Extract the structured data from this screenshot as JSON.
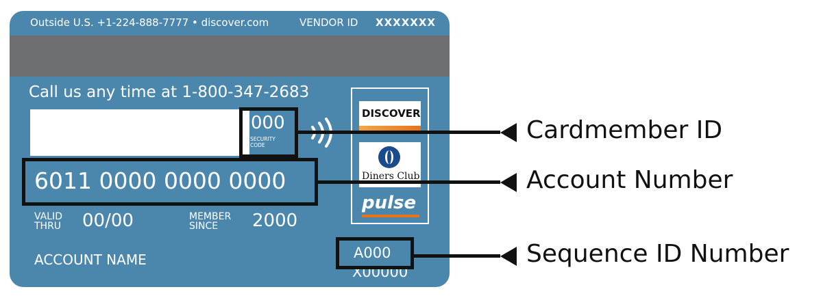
{
  "card": {
    "contact": "Outside U.S. +1-224-888-7777 • discover.com",
    "vendor_id_label": "VENDOR ID",
    "vendor_id_value": "XXXXXXX",
    "call_text": "Call us any time at 1-800-347-2683",
    "security_code": "000",
    "security_label_line1": "SECURITY",
    "security_label_line2": "CODE",
    "account_number": "6011 0000 0000 0000",
    "valid_thru_line1": "VALID",
    "valid_thru_line2": "THRU",
    "valid_thru_value": "00/00",
    "member_since_line1": "MEMBER",
    "member_since_line2": "SINCE",
    "member_since_value": "2000",
    "account_name": "ACCOUNT NAME",
    "sequence_id": "A000",
    "sequence_sub": "X00000",
    "logos": {
      "discover": "DISCOVER",
      "diners": "Diners Club",
      "pulse": "pulse"
    }
  },
  "callouts": [
    {
      "label": "Cardmember ID"
    },
    {
      "label": "Account Number"
    },
    {
      "label": "Sequence ID Number"
    }
  ],
  "colors": {
    "card_blue": "#4b87ad",
    "stripe_gray": "#6d6e71",
    "discover_orange": "#e8741a",
    "annotation_black": "#111111"
  }
}
